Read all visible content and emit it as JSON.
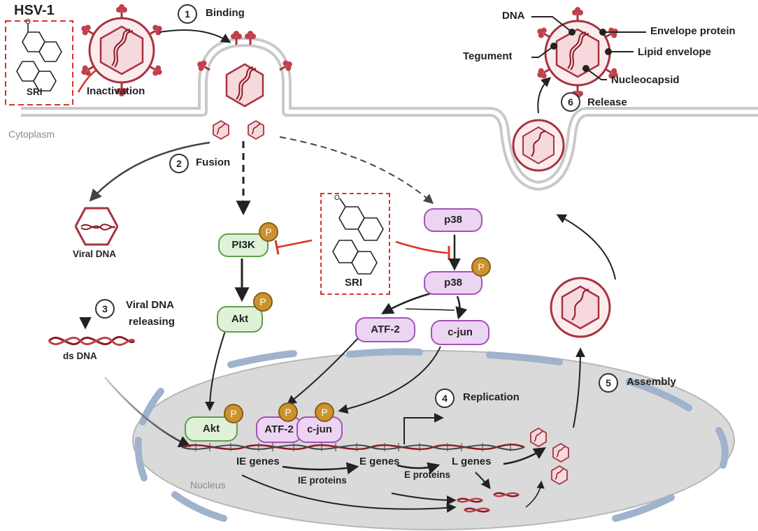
{
  "title": "HSV-1",
  "compartments": {
    "cytoplasm": "Cytoplasm",
    "nucleus": "Nucleus"
  },
  "inhibitor": {
    "name": "SRI",
    "inactivation": "Inactivation"
  },
  "steps": [
    {
      "num": "1",
      "label": "Binding"
    },
    {
      "num": "2",
      "label": "Fusion"
    },
    {
      "num": "3",
      "label_line1": "Viral DNA",
      "label_line2": "releasing"
    },
    {
      "num": "4",
      "label": "Replication"
    },
    {
      "num": "5",
      "label": "Assembly"
    },
    {
      "num": "6",
      "label": "Release"
    }
  ],
  "virion_parts": {
    "dna": "DNA",
    "tegument": "Tegument",
    "envelope_protein": "Envelope protein",
    "lipid_envelope": "Lipid envelope",
    "nucleocapsid": "Nucleocapsid"
  },
  "dna_labels": {
    "viral_dna": "Viral DNA",
    "ds_dna": "ds DNA"
  },
  "proteins": {
    "pi3k": "PI3K",
    "akt": "Akt",
    "p38": "p38",
    "atf2": "ATF-2",
    "cjun": "c-jun",
    "phospho": "P"
  },
  "genes": {
    "ie_genes": "IE genes",
    "e_genes": "E genes",
    "l_genes": "L genes",
    "ie_proteins": "IE proteins",
    "e_proteins": "E proteins"
  },
  "colors": {
    "membrane_gray": "#c9c9c9",
    "virus_red": "#a8323e",
    "capsid_fill": "#f6d9dc",
    "inhibit_red": "#d93328",
    "nucleus_fill": "#dadada",
    "nucleus_pore": "#9fb3cc",
    "kinase_green": "#dff2d8",
    "tf_purple": "#ecd5f2",
    "phospho_gold": "#cc9230"
  }
}
